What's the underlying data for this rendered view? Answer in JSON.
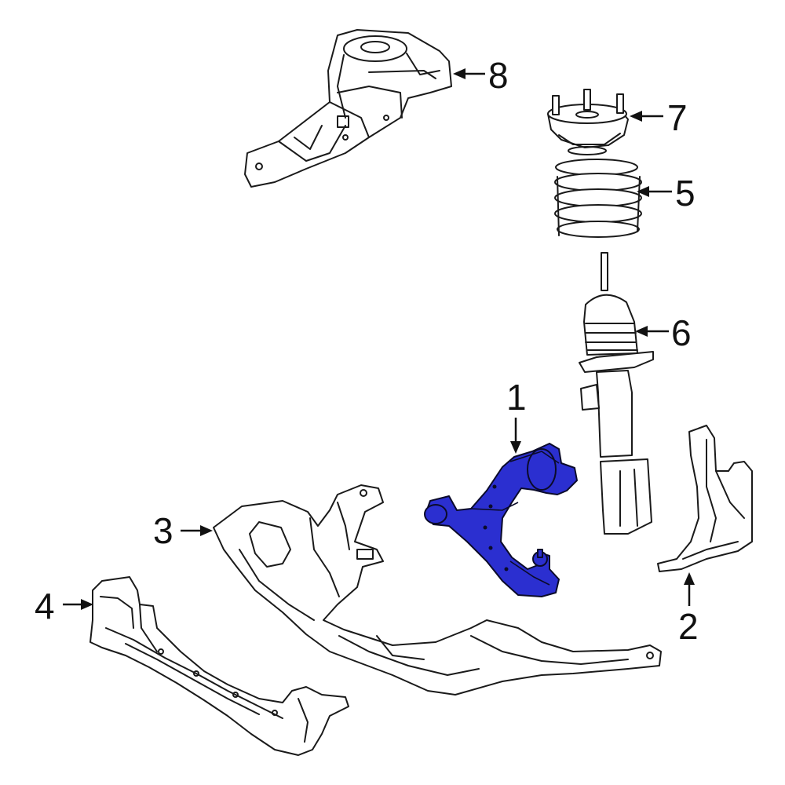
{
  "colors": {
    "highlight": "#2b2fd0",
    "outline": "#1a1a1a",
    "background": "#ffffff"
  },
  "callouts": [
    {
      "id": "1",
      "label": "1"
    },
    {
      "id": "2",
      "label": "2"
    },
    {
      "id": "3",
      "label": "3"
    },
    {
      "id": "4",
      "label": "4"
    },
    {
      "id": "5",
      "label": "5"
    },
    {
      "id": "6",
      "label": "6"
    },
    {
      "id": "7",
      "label": "7"
    },
    {
      "id": "8",
      "label": "8"
    }
  ],
  "highlighted_part": "1"
}
